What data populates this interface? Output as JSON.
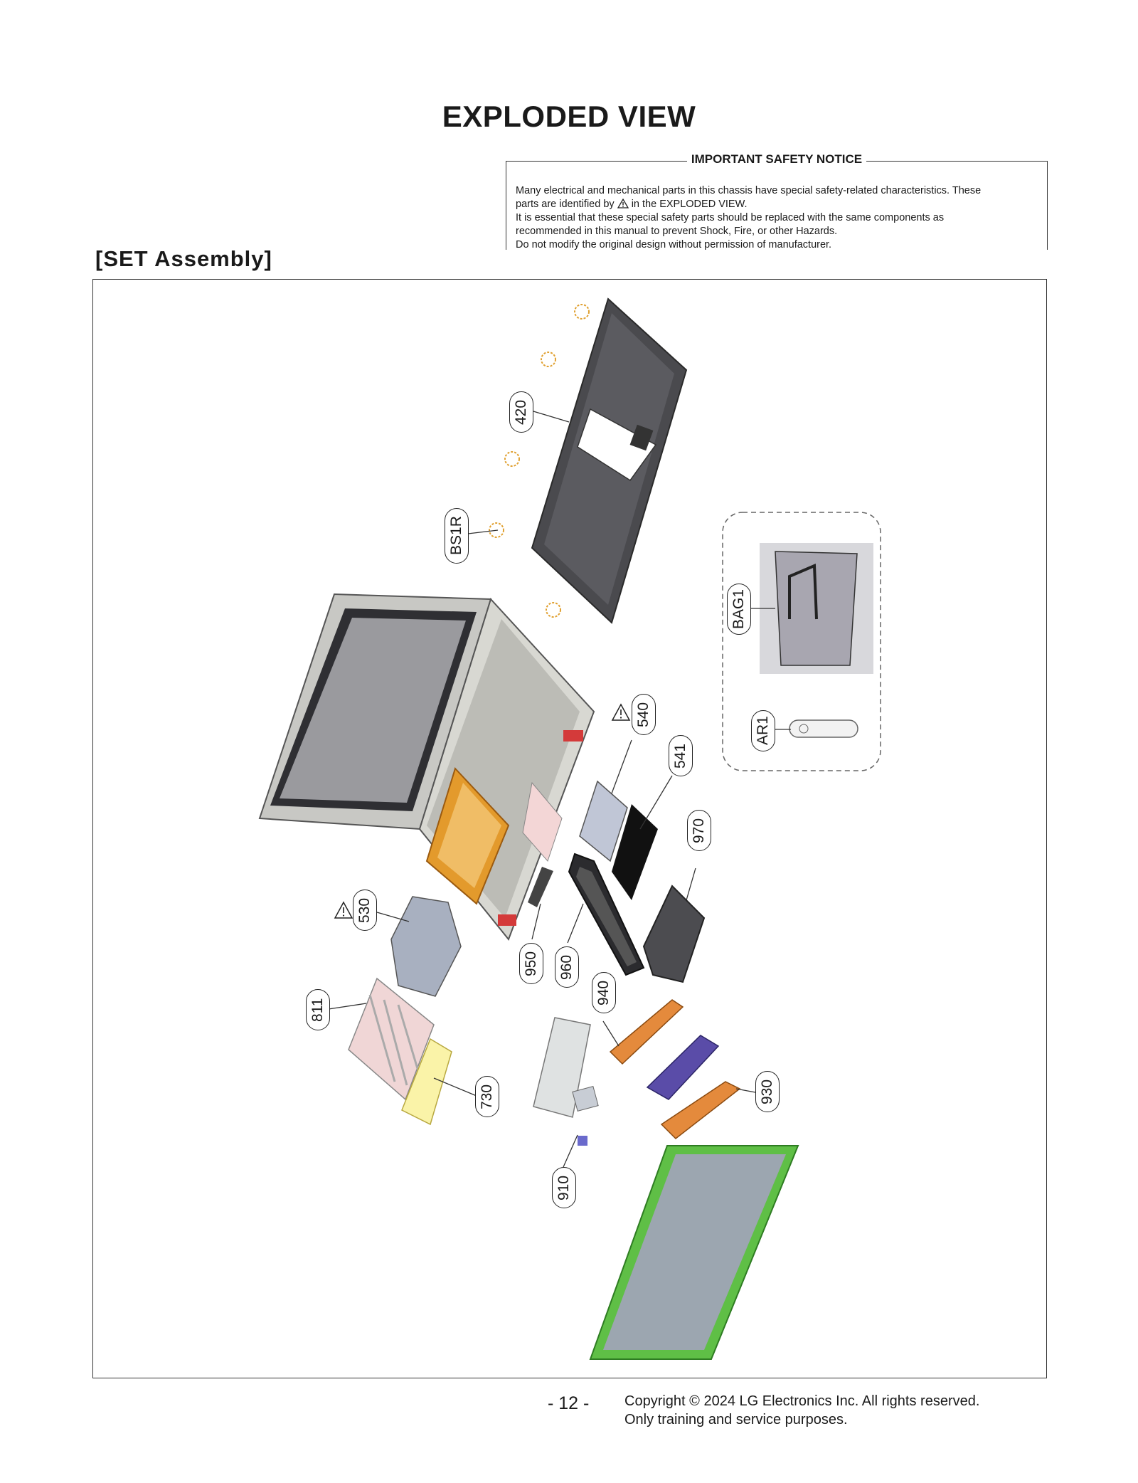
{
  "title": "EXPLODED VIEW",
  "notice": {
    "heading": "IMPORTANT SAFETY NOTICE",
    "line1": "Many electrical and mechanical parts in this chassis have special safety-related characteristics. These",
    "line2a": "parts are identified by",
    "line2b": "in the EXPLODED VIEW.",
    "line3": "It is essential that these special safety parts should be replaced with the same components as",
    "line4": "recommended in this manual to prevent Shock, Fire, or other Hazards.",
    "line5": "Do not modify the original design without permission of manufacturer."
  },
  "section_title": "[SET Assembly]",
  "callouts": [
    "420",
    "BS1R",
    "BAG1",
    "AR1",
    "540",
    "541",
    "970",
    "530",
    "950",
    "960",
    "940",
    "811",
    "730",
    "930",
    "910"
  ],
  "safety_marked_parts": [
    "540",
    "530"
  ],
  "footer": {
    "page_number": "- 12 -",
    "copyright": "Copyright © 2024 LG Electronics Inc. All rights reserved.",
    "usage": "Only training and service purposes."
  }
}
